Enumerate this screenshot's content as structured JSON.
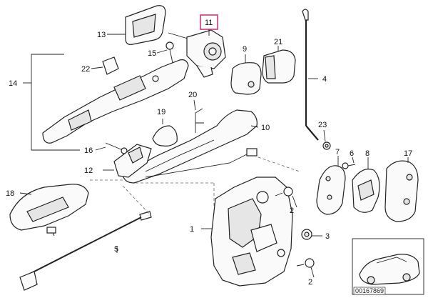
{
  "diagram": {
    "part_labels": {
      "p1": "1",
      "p2a": "2",
      "p2b": "2",
      "p3": "3",
      "p4": "4",
      "p5": "5",
      "p6": "6",
      "p7": "7",
      "p8": "8",
      "p9": "9",
      "p10": "10",
      "p11": "11",
      "p12": "12",
      "p13": "13",
      "p14": "14",
      "p15": "15",
      "p16": "16",
      "p17": "17",
      "p18": "18",
      "p19": "19",
      "p20": "20",
      "p21": "21",
      "p22": "22",
      "p23": "23"
    },
    "highlighted_part": "11",
    "highlight_color": "#d4357f",
    "inset_reference": "00167869"
  }
}
